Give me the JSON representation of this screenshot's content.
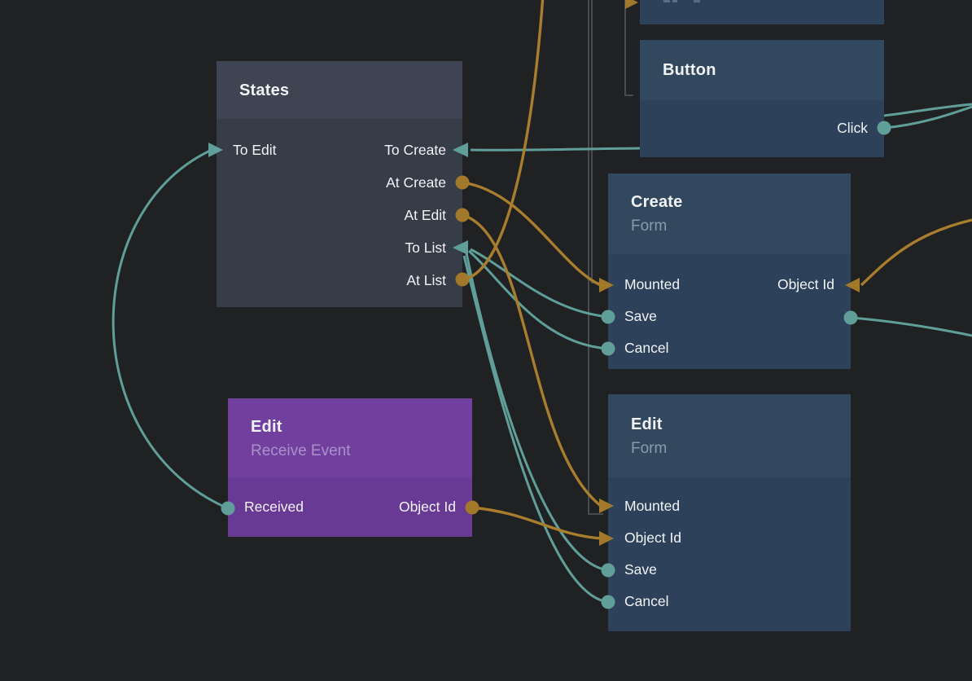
{
  "colors": {
    "background": "#202122",
    "wire_teal": "#5f9e99",
    "wire_orange": "#a87d2e",
    "dot_orange": "#a2782b",
    "wire_gray": "#4a4b4c",
    "gray_header": "#3e4452",
    "gray_body": "#373c49",
    "blue_header": "#32485f",
    "blue_body": "#2d425a",
    "purple_header": "#71409f",
    "purple_body": "#693a94"
  },
  "nodes": {
    "states": {
      "title": "States",
      "ports": {
        "to_edit": "To Edit",
        "to_create": "To Create",
        "at_create": "At Create",
        "at_edit": "At Edit",
        "to_list": "To List",
        "at_list": "At List"
      }
    },
    "button": {
      "title": "Button",
      "ports": {
        "click": "Click"
      }
    },
    "create_form": {
      "title": "Create",
      "subtitle": "Form",
      "ports": {
        "mounted": "Mounted",
        "object_id": "Object Id",
        "save": "Save",
        "cancel": "Cancel"
      }
    },
    "edit_form": {
      "title": "Edit",
      "subtitle": "Form",
      "ports": {
        "mounted": "Mounted",
        "object_id": "Object Id",
        "save": "Save",
        "cancel": "Cancel"
      }
    },
    "edit_event": {
      "title": "Edit",
      "subtitle": "Receive Event",
      "ports": {
        "received": "Received",
        "object_id": "Object Id"
      }
    }
  }
}
